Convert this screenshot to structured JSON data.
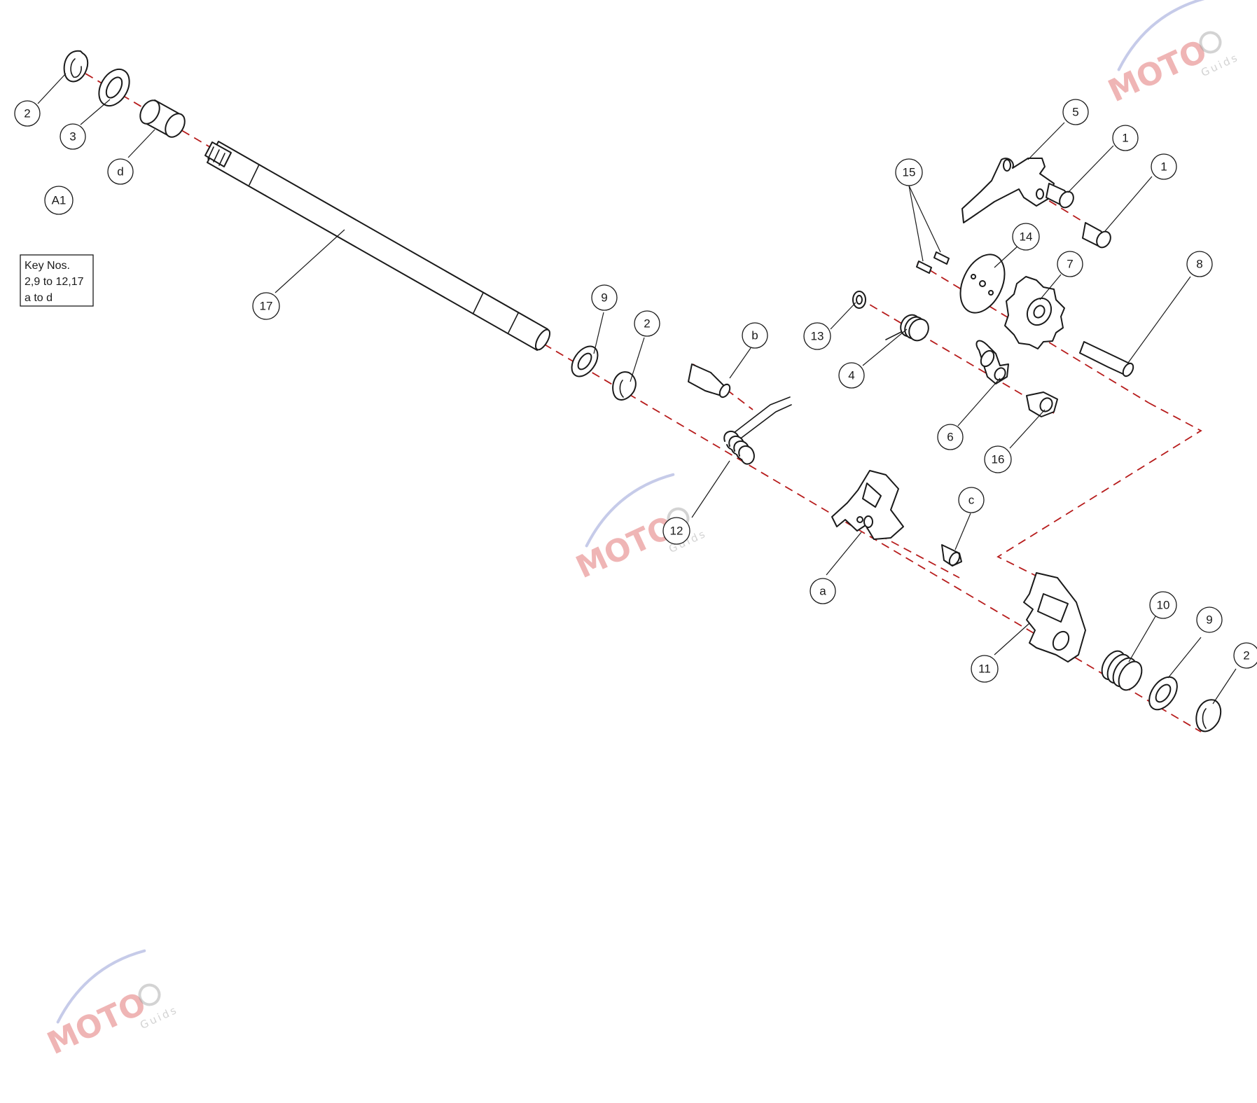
{
  "diagram": {
    "reference_label": "A1",
    "key_note_lines": [
      "Key Nos.",
      "2,9 to 12,17",
      "a to d"
    ],
    "callouts": [
      "2",
      "3",
      "d",
      "17",
      "9",
      "2",
      "b",
      "12",
      "a",
      "c",
      "13",
      "4",
      "15",
      "14",
      "5",
      "1",
      "1",
      "7",
      "8",
      "6",
      "16",
      "11",
      "10",
      "9",
      "2"
    ]
  },
  "watermark": {
    "brand": "MOTO",
    "tagline": "Guids"
  },
  "colors": {
    "axis_line": "#b71c1c",
    "outline": "#1a1a1a"
  }
}
